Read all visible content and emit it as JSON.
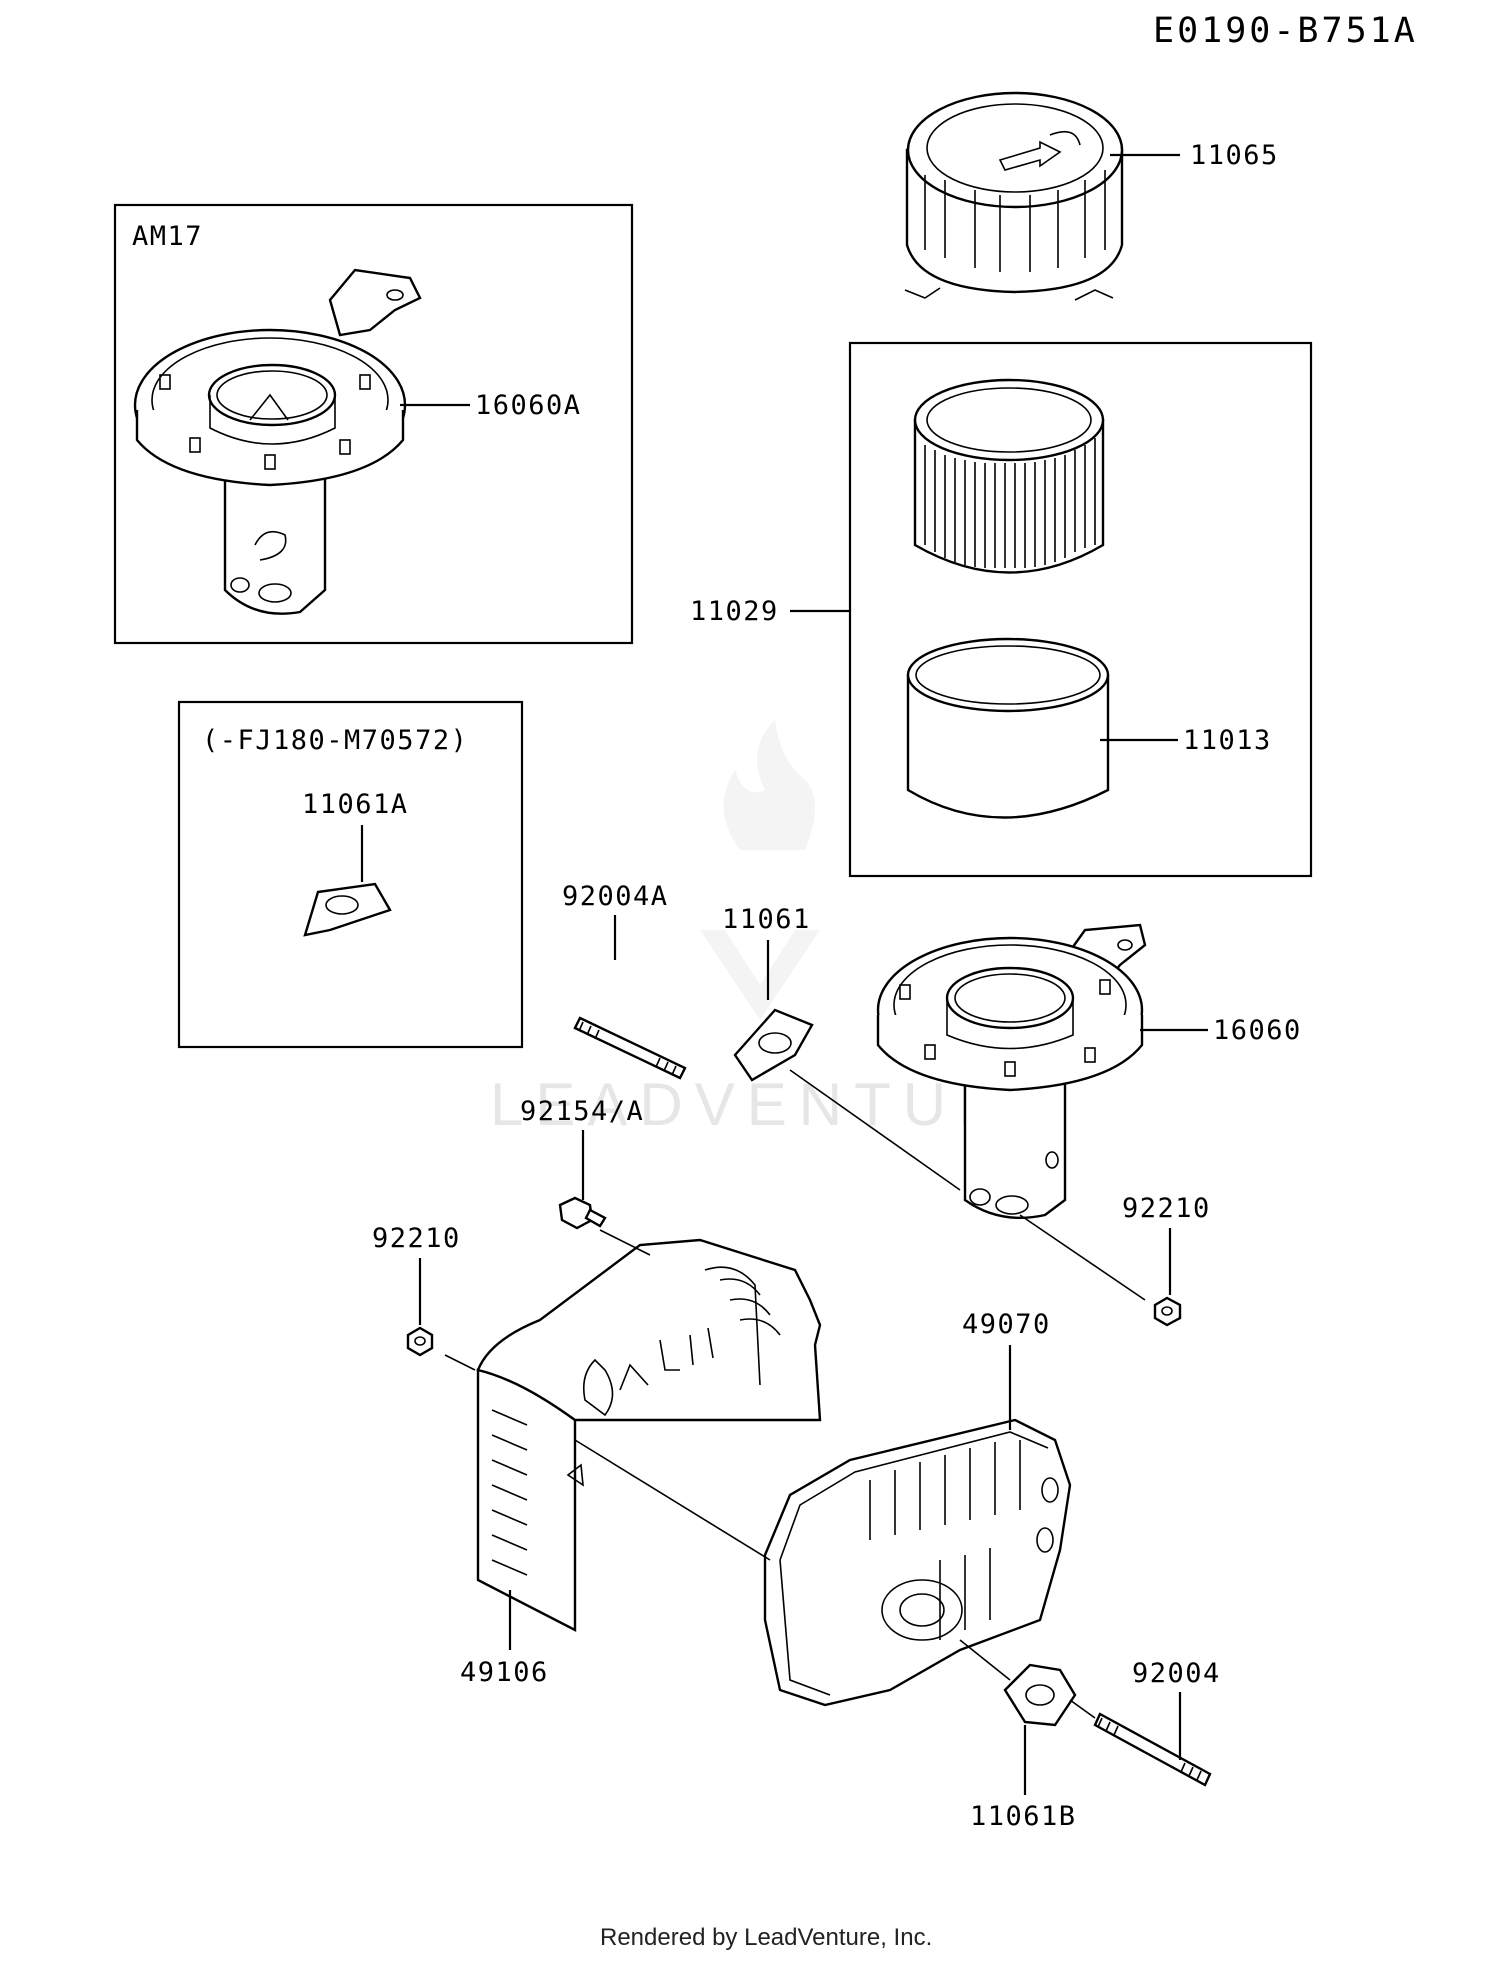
{
  "diagram_id": "E0190-B751A",
  "footer": "Rendered by LeadVenture, Inc.",
  "watermark": "LEADVENTURE",
  "groups": {
    "am17": "AM17",
    "serial_range": "(-FJ180-M70572)"
  },
  "parts": {
    "p11065": "11065",
    "p16060A": "16060A",
    "p11029": "11029",
    "p11013": "11013",
    "p11061A": "11061A",
    "p92004A": "92004A",
    "p11061": "11061",
    "p16060": "16060",
    "p92154A": "92154/A",
    "p92210_right": "92210",
    "p92210_left": "92210",
    "p49070": "49070",
    "p49106": "49106",
    "p92004": "92004",
    "p11061B": "11061B"
  }
}
